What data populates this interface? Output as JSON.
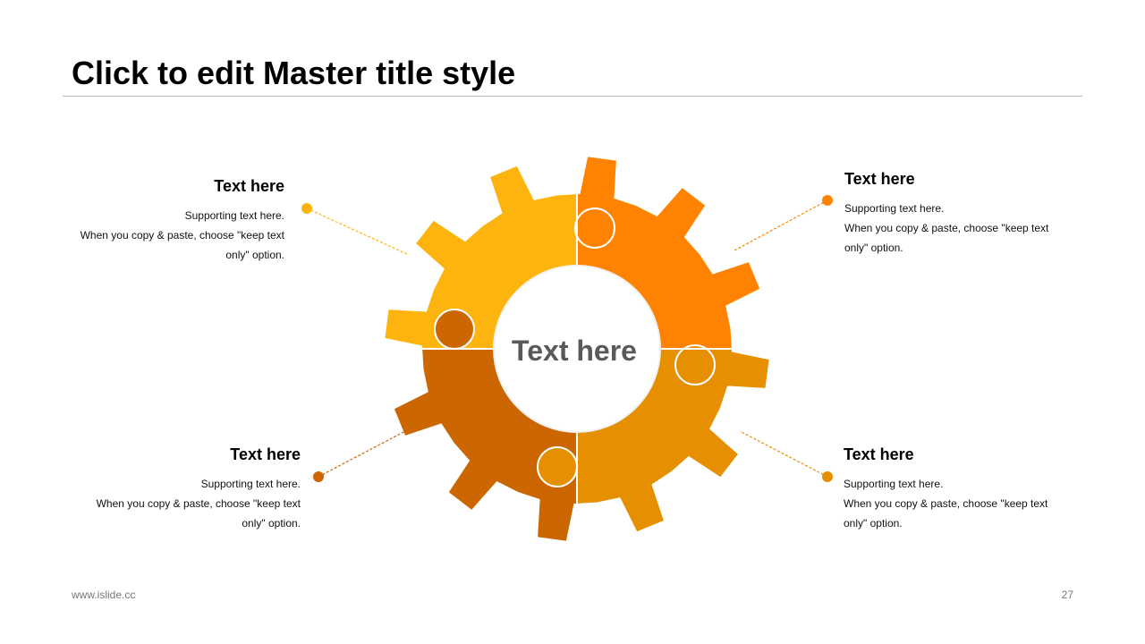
{
  "slide": {
    "title": "Click to edit Master title style",
    "center_label": "Text here",
    "footer_url": "www.islide.cc",
    "page_number": "27"
  },
  "colors": {
    "top_left": "#FDB40E",
    "top_right": "#FF8300",
    "bottom_left": "#CC6600",
    "bottom_right": "#E68F00"
  },
  "blocks": {
    "top_left": {
      "heading": "Text here",
      "line1": "Supporting text here.",
      "line2": "When you copy & paste, choose \"keep text",
      "line3": "only\" option."
    },
    "top_right": {
      "heading": "Text here",
      "line1": "Supporting text here.",
      "line2": "When you copy & paste, choose \"keep text",
      "line3": "only\" option."
    },
    "bottom_left": {
      "heading": "Text here",
      "line1": "Supporting text here.",
      "line2": "When you copy & paste, choose \"keep text",
      "line3": "only\" option."
    },
    "bottom_right": {
      "heading": "Text here",
      "line1": "Supporting text here.",
      "line2": "When you copy & paste, choose \"keep text",
      "line3": "only\" option."
    }
  }
}
